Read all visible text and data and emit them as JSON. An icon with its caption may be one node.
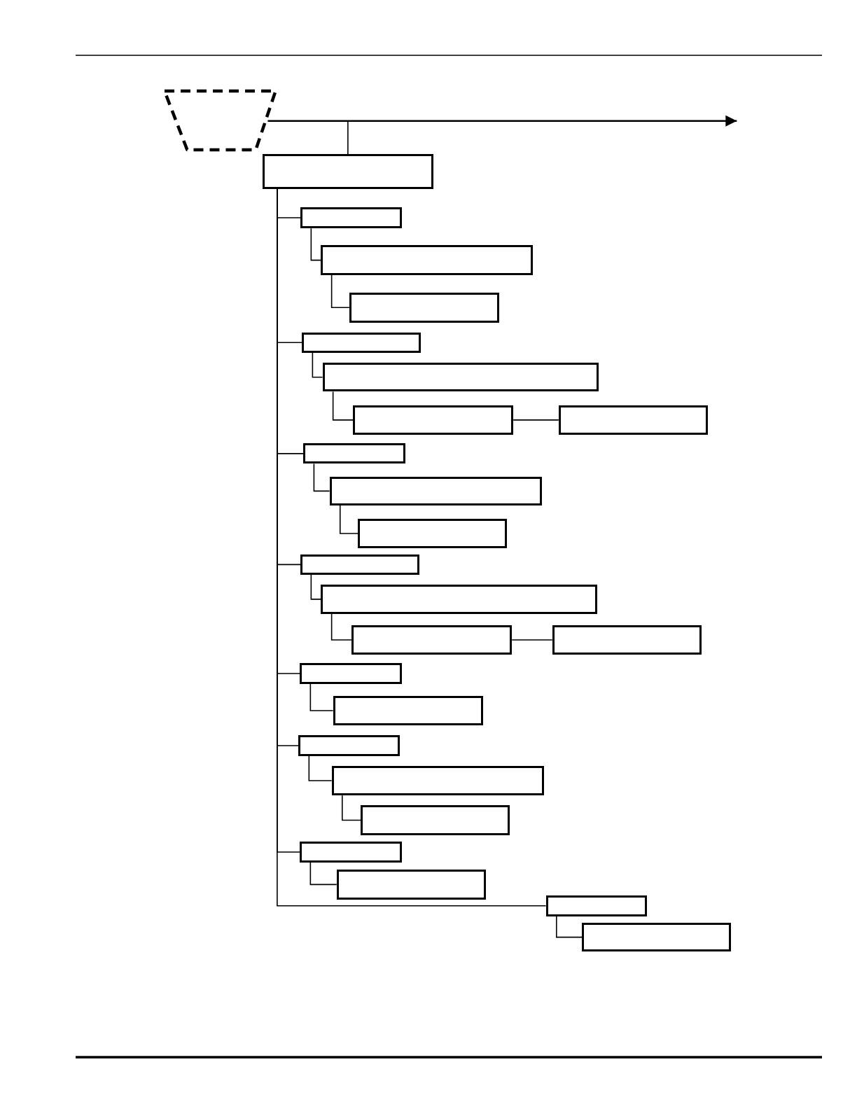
{
  "diagram": {
    "nodes": [
      {
        "text": [],
        "shape": "trapezoid"
      },
      {
        "text": [],
        "shape": "box"
      },
      {
        "text": [],
        "shape": "box"
      },
      {
        "text": [],
        "shape": "box"
      },
      {
        "text": [],
        "shape": "box"
      },
      {
        "text": [],
        "shape": "box"
      },
      {
        "text": [],
        "shape": "box"
      },
      {
        "text": [],
        "shape": "box"
      },
      {
        "text": [],
        "shape": "box"
      },
      {
        "text": [],
        "shape": "box"
      },
      {
        "text": [],
        "shape": "box"
      },
      {
        "text": [],
        "shape": "box"
      },
      {
        "text": [],
        "shape": "box"
      },
      {
        "text": [],
        "shape": "box"
      },
      {
        "text": [],
        "shape": "box"
      },
      {
        "text": [],
        "shape": "box"
      },
      {
        "text": [],
        "shape": "box"
      },
      {
        "text": [],
        "shape": "box"
      },
      {
        "text": [],
        "shape": "box"
      },
      {
        "text": [],
        "shape": "box"
      },
      {
        "text": [],
        "shape": "box"
      },
      {
        "text": [],
        "shape": "box"
      },
      {
        "text": [],
        "shape": "box"
      },
      {
        "text": [],
        "shape": "box"
      },
      {
        "text": [],
        "shape": "box"
      }
    ],
    "edges": [
      {
        "from": 0,
        "to": null,
        "arrow": "to"
      },
      {
        "from": 0,
        "to": 1,
        "arrow": "none"
      },
      {
        "from": 1,
        "to": 2,
        "arrow": "none"
      },
      {
        "from": 2,
        "to": 3,
        "arrow": "none"
      },
      {
        "from": 3,
        "to": 4,
        "arrow": "none"
      },
      {
        "from": 1,
        "to": 5,
        "arrow": "none"
      },
      {
        "from": 5,
        "to": 6,
        "arrow": "none"
      },
      {
        "from": 6,
        "to": 7,
        "arrow": "none"
      },
      {
        "from": 7,
        "to": 8,
        "arrow": "none"
      },
      {
        "from": 1,
        "to": 9,
        "arrow": "none"
      },
      {
        "from": 9,
        "to": 10,
        "arrow": "none"
      },
      {
        "from": 10,
        "to": 11,
        "arrow": "none"
      },
      {
        "from": 1,
        "to": 12,
        "arrow": "none"
      },
      {
        "from": 12,
        "to": 13,
        "arrow": "none"
      },
      {
        "from": 13,
        "to": 14,
        "arrow": "none"
      },
      {
        "from": 14,
        "to": 15,
        "arrow": "none"
      },
      {
        "from": 1,
        "to": 16,
        "arrow": "none"
      },
      {
        "from": 16,
        "to": 17,
        "arrow": "none"
      },
      {
        "from": 1,
        "to": 18,
        "arrow": "none"
      },
      {
        "from": 18,
        "to": 19,
        "arrow": "none"
      },
      {
        "from": 19,
        "to": 20,
        "arrow": "none"
      },
      {
        "from": 1,
        "to": 21,
        "arrow": "none"
      },
      {
        "from": 21,
        "to": 22,
        "arrow": "none"
      },
      {
        "from": 1,
        "to": 23,
        "arrow": "none"
      },
      {
        "from": 23,
        "to": 24,
        "arrow": "none"
      }
    ]
  }
}
